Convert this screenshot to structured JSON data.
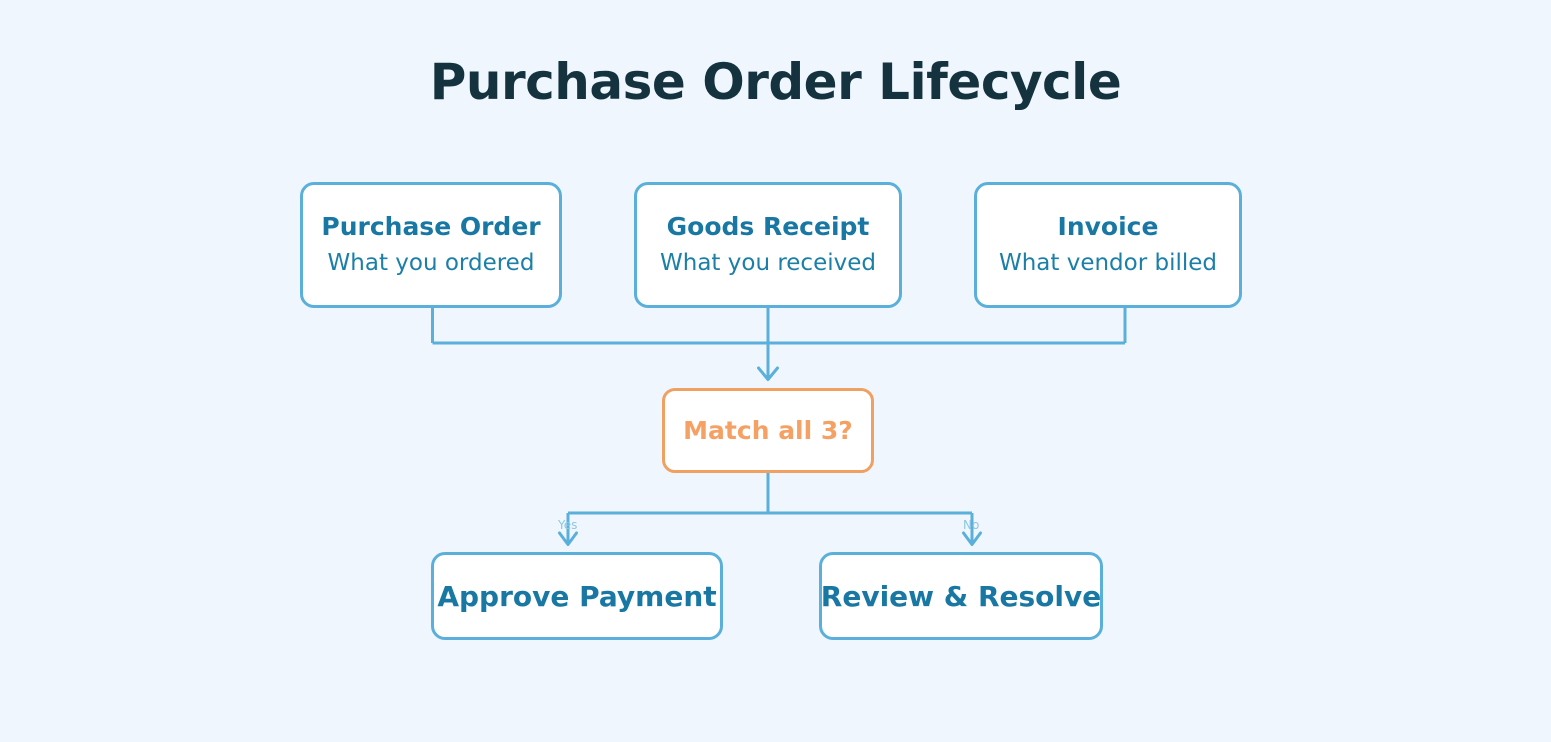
{
  "page": {
    "title": "Purchase Order Lifecycle",
    "background_color": "#eff6fe",
    "title_color": "#14333f"
  },
  "colors": {
    "box_border": "#5bb0db",
    "box_fill": "#ffffff",
    "box_title_text": "#1878a3",
    "box_subtitle_text": "#1b7fa8",
    "decision_border": "#f0a060",
    "decision_text": "#f5a163",
    "connector_line": "#5bb0db",
    "branch_label": "#8ec7e4"
  },
  "diagram": {
    "type": "flowchart",
    "sources": [
      {
        "id": "purchase-order",
        "title": "Purchase Order",
        "subtitle": "What you ordered"
      },
      {
        "id": "goods-receipt",
        "title": "Goods Receipt",
        "subtitle": "What you received"
      },
      {
        "id": "invoice",
        "title": "Invoice",
        "subtitle": "What vendor billed"
      }
    ],
    "decision": {
      "id": "match-all-3",
      "title": "Match all 3?"
    },
    "branches": [
      {
        "id": "yes",
        "label": "Yes"
      },
      {
        "id": "no",
        "label": "No"
      }
    ],
    "outcomes": [
      {
        "id": "approve-payment",
        "title": "Approve Payment"
      },
      {
        "id": "review-resolve",
        "title": "Review & Resolve"
      }
    ]
  }
}
